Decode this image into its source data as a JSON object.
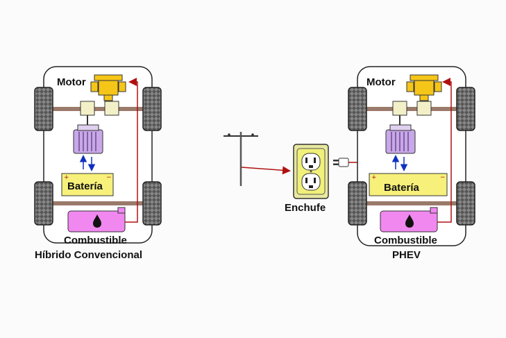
{
  "conventional": {
    "motor_label": "Motor",
    "battery_label": "Batería",
    "fuel_label": "Combustible",
    "caption": "Híbrido Convencional"
  },
  "phev": {
    "motor_label": "Motor",
    "battery_label": "Batería",
    "fuel_label": "Combustible",
    "caption": "PHEV"
  },
  "outlet_label": "Enchufe",
  "colors": {
    "engine": "#f5c518",
    "gearbox": "#f3f0c8",
    "electric_motor": "#c8a8e8",
    "battery": "#f7f07a",
    "fuel_tank": "#f088f0",
    "outlet": "#f0f07a",
    "axle": "#9a7a6a",
    "fuel_line": "#b01010",
    "charge_arrow_up": "#1030c0",
    "charge_arrow_down": "#1030c0"
  },
  "icons": [
    "tire-icon",
    "engine-icon",
    "electric-motor-icon",
    "fuel-drop-icon",
    "utility-pole-icon",
    "plug-icon",
    "power-outlet-icon"
  ]
}
